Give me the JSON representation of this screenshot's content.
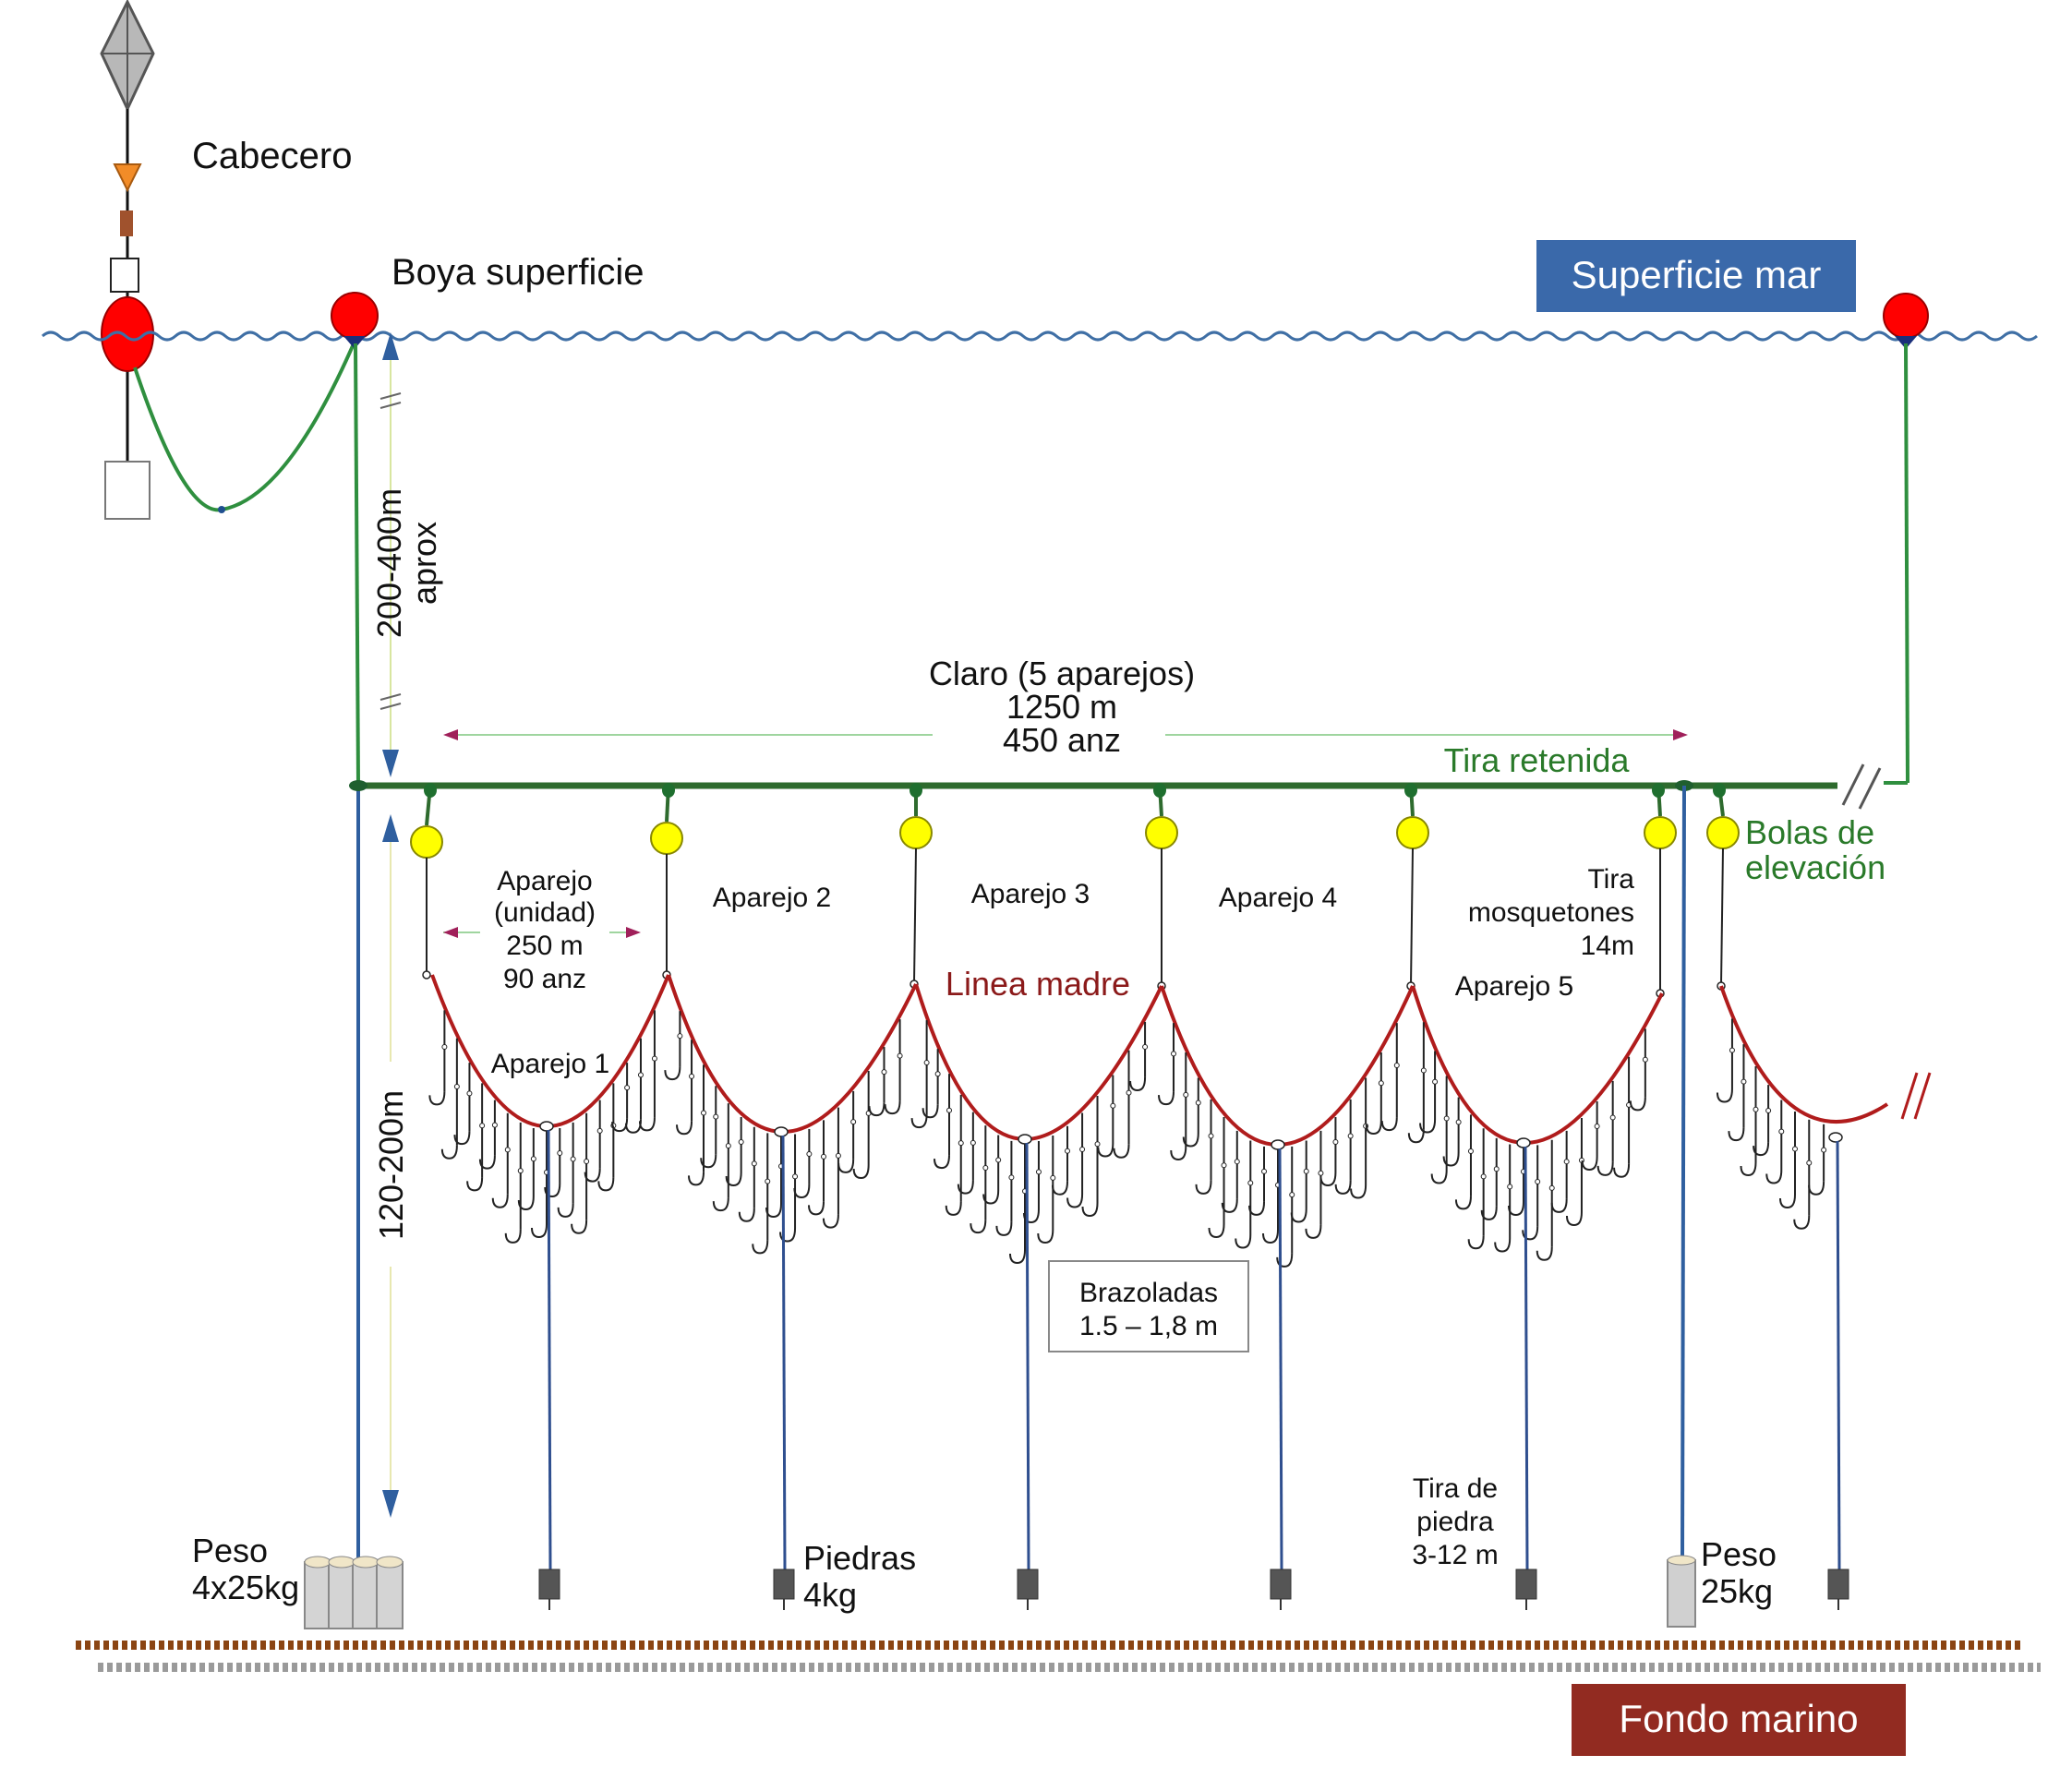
{
  "labels": {
    "cabecero": "Cabecero",
    "boya_superficie": "Boya superficie",
    "superficie_mar": "Superficie mar",
    "depth_top_1": "200-400m",
    "depth_top_2": "aprox",
    "claro_1": "Claro (5 aparejos)",
    "claro_2": "1250 m",
    "claro_3": "450 anz",
    "tira_retenida": "Tira retenida",
    "bolas_1": "Bolas de",
    "bolas_2": "elevación",
    "aparejo_unidad_1": "Aparejo",
    "aparejo_unidad_2": "(unidad)",
    "aparejo_unidad_3": "250 m",
    "aparejo_unidad_4": "90 anz",
    "aparejo_1": "Aparejo 1",
    "aparejo_2": "Aparejo 2",
    "aparejo_3": "Aparejo 3",
    "aparejo_4": "Aparejo 4",
    "aparejo_5": "Aparejo 5",
    "linea_madre": "Linea madre",
    "tira_mosq_1": "Tira",
    "tira_mosq_2": "mosquetones",
    "tira_mosq_3": "14m",
    "depth_bottom": "120-200m",
    "brazoladas_1": "Brazoladas",
    "brazoladas_2": "1.5 – 1,8 m",
    "tira_piedra_1": "Tira de",
    "tira_piedra_2": "piedra",
    "tira_piedra_3": "3-12 m",
    "peso_left_1": "Peso",
    "peso_left_2": "4x25kg",
    "piedras_1": "Piedras",
    "piedras_2": "4kg",
    "peso_right_1": "Peso",
    "peso_right_2": "25kg",
    "fondo_marino": "Fondo marino"
  },
  "icons": {
    "surface_float": "red-buoy-icon",
    "elevation_ball": "yellow-ball-icon",
    "radar_reflector": "radar-reflector-icon",
    "stone_weight": "stone-weight-icon",
    "anchor_weight": "anchor-weight-icon",
    "hook": "hook-icon"
  },
  "colors": {
    "sea_surface": "#3f6fa5",
    "surface_label_bg": "#3a69aa",
    "seabed_label_bg": "#922b21",
    "buoy": "#ff0000",
    "elevation_ball": "#ffff00",
    "main_line": "#b01c1c",
    "retaining_line": "#2e6b2e",
    "green_text": "#2a7a2a",
    "red_text": "#8b1a1a",
    "stone_line": "#2f4f8f",
    "seabed_brown": "#8b4513",
    "seabed_grey": "#9a9a9a"
  }
}
